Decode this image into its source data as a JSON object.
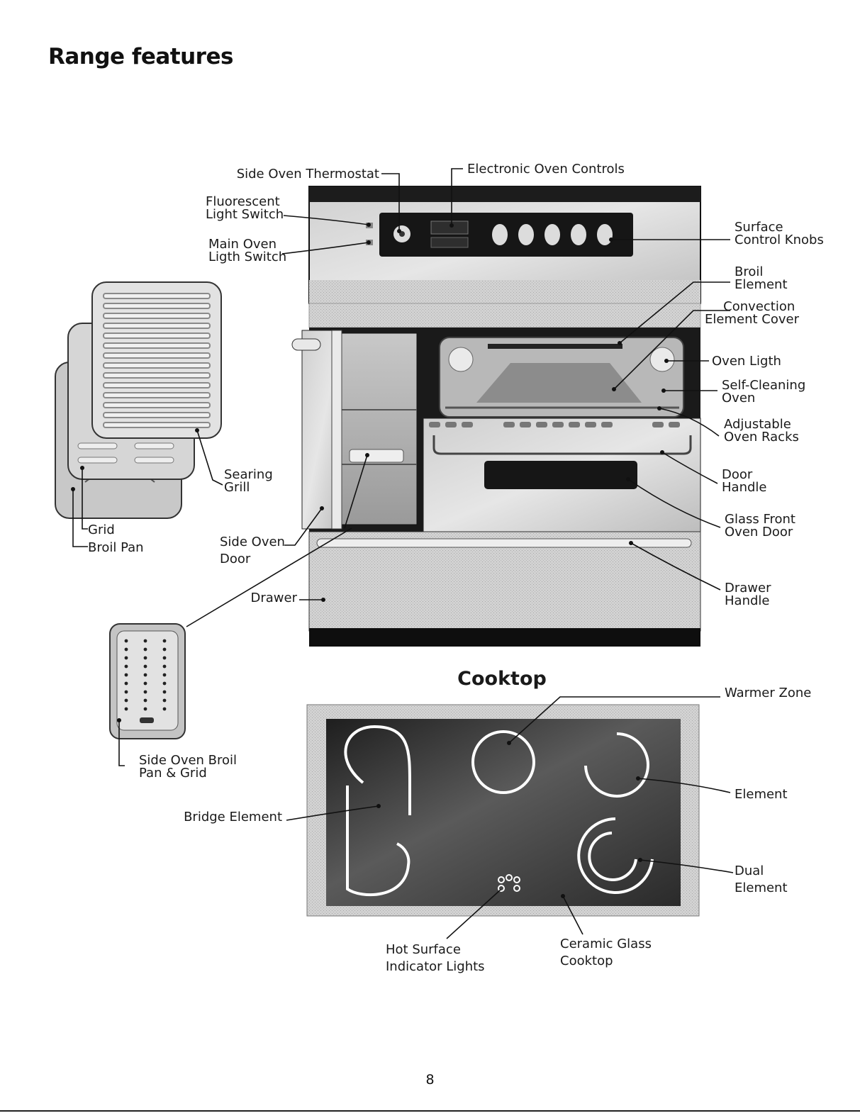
{
  "page": {
    "title": "Range features",
    "page_number": "8"
  },
  "range": {
    "callouts": [
      {
        "id": "side-oven-thermostat",
        "label": "Side Oven Thermostat"
      },
      {
        "id": "electronic-oven-controls",
        "label": "Electronic Oven Controls"
      },
      {
        "id": "fluorescent-light-switch",
        "lines": [
          "Fluorescent",
          "Light Switch"
        ]
      },
      {
        "id": "main-oven-light-switch",
        "lines": [
          "Main Oven",
          "Ligth Switch"
        ]
      },
      {
        "id": "surface-control-knobs",
        "lines": [
          "Surface",
          "Control Knobs"
        ]
      },
      {
        "id": "broil-element",
        "lines": [
          "Broil",
          "Element"
        ]
      },
      {
        "id": "convection-element-cover",
        "lines": [
          "Convection",
          "Element Cover"
        ]
      },
      {
        "id": "oven-light",
        "label": "Oven Ligth"
      },
      {
        "id": "self-cleaning-oven",
        "lines": [
          "Self-Cleaning",
          "Oven"
        ]
      },
      {
        "id": "adjustable-oven-racks",
        "lines": [
          "Adjustable",
          "Oven Racks"
        ]
      },
      {
        "id": "door-handle",
        "lines": [
          "Door",
          "Handle"
        ]
      },
      {
        "id": "glass-front-oven-door",
        "lines": [
          "Glass Front",
          "Oven Door"
        ]
      },
      {
        "id": "drawer-handle",
        "lines": [
          "Drawer",
          "Handle"
        ]
      },
      {
        "id": "searing-grill",
        "lines": [
          "Searing",
          "Grill"
        ]
      },
      {
        "id": "grid",
        "label": "Grid"
      },
      {
        "id": "broil-pan",
        "label": "Broil Pan"
      },
      {
        "id": "side-oven-door",
        "lines": [
          "Side Oven",
          "Door"
        ]
      },
      {
        "id": "drawer",
        "label": "Drawer"
      },
      {
        "id": "side-oven-broil-pan-grid",
        "lines": [
          "Side Oven Broil",
          "Pan & Grid"
        ]
      }
    ]
  },
  "cooktop": {
    "title": "Cooktop",
    "callouts": [
      {
        "id": "warmer-zone",
        "label": "Warmer Zone"
      },
      {
        "id": "element",
        "label": "Element"
      },
      {
        "id": "dual-element",
        "lines": [
          "Dual",
          "Element"
        ]
      },
      {
        "id": "bridge-element",
        "label": "Bridge Element"
      },
      {
        "id": "hot-surface-indicator-lights",
        "lines": [
          "Hot Surface",
          "Indicator Lights"
        ]
      },
      {
        "id": "ceramic-glass-cooktop",
        "lines": [
          "Ceramic Glass",
          "Cooktop"
        ]
      }
    ]
  },
  "colors": {
    "steel": "#d4d4d4",
    "panel_dark": "#161616",
    "glass_dark": "#3a3a3a",
    "burner_ring": "#ffffff"
  }
}
